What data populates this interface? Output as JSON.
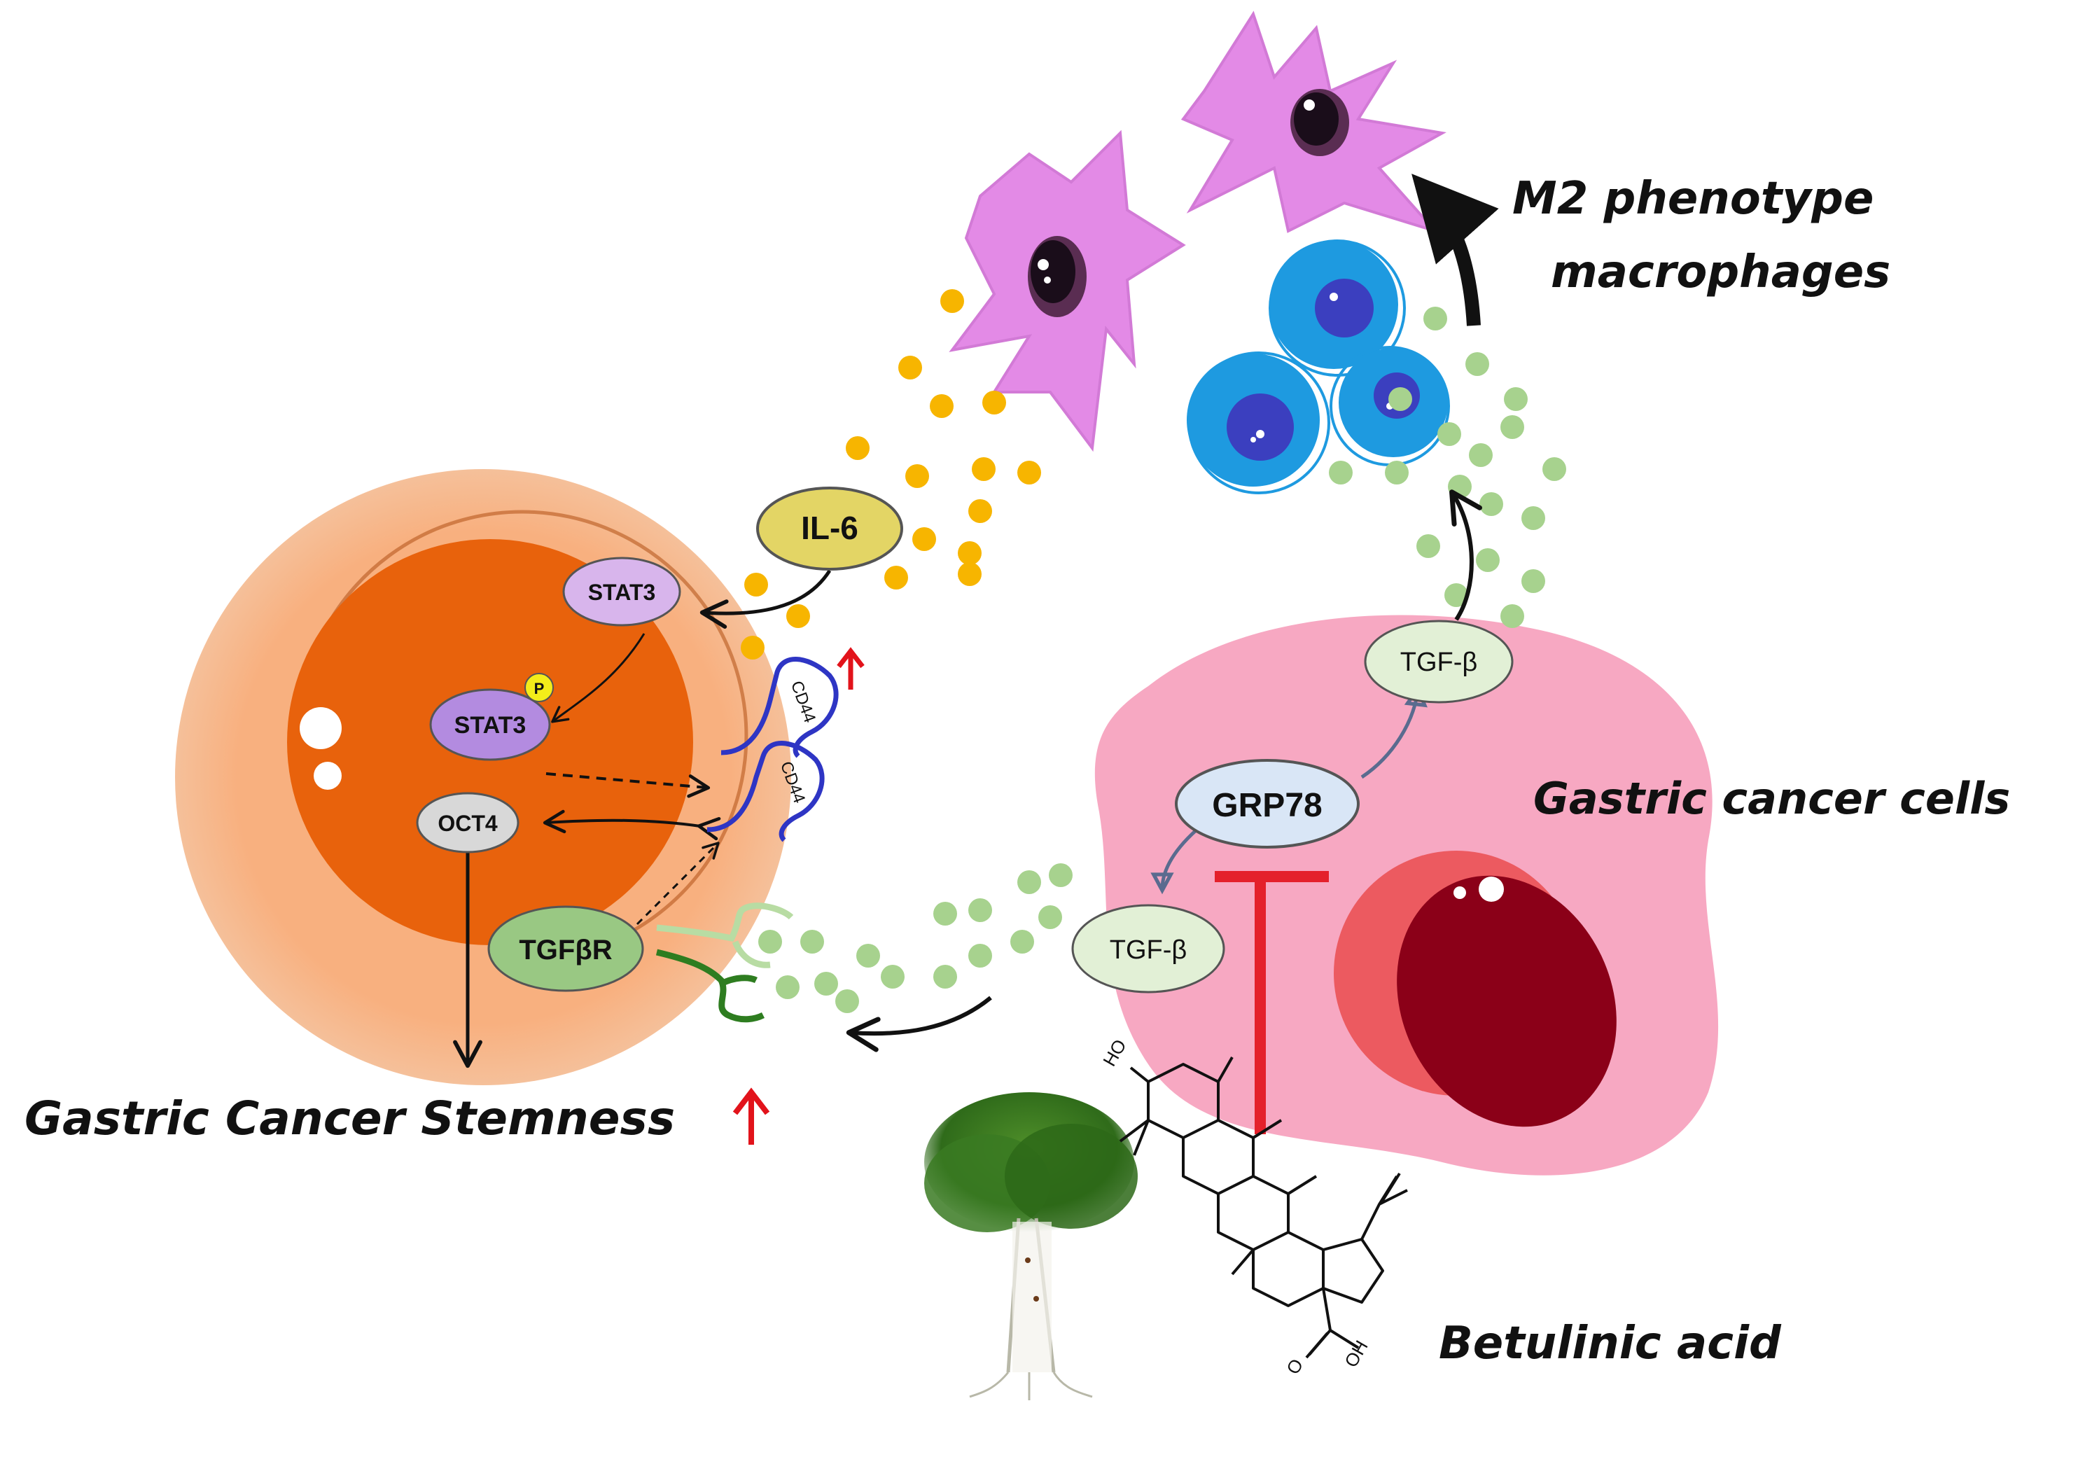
{
  "labels": {
    "m2_line1": "M2 phenotype",
    "m2_line2": "macrophages",
    "gastric_cells": "Gastric cancer cells",
    "stemness": "Gastric Cancer Stemness",
    "betulinic": "Betulinic acid"
  },
  "molecules": {
    "il6": "IL-6",
    "stat3": "STAT3",
    "stat3_p": "STAT3",
    "phospho": "P",
    "oct4": "OCT4",
    "cd44_a": "CD44",
    "cd44_b": "CD44",
    "tgfbr": "TGFβR",
    "tgfb_top": "TGF-β",
    "tgfb_bottom": "TGF-β",
    "grp78": "GRP78"
  },
  "chemistry": {
    "ho": "HO",
    "oh": "OH",
    "o": "O"
  },
  "colors": {
    "stem_cell_outer": "#f8b07f",
    "stem_cell_nucleus": "#e8620c",
    "macrophage": "#e38ae6",
    "monocyte": "#1e9ae0",
    "monocyte_nucleus": "#3b3fbf",
    "gastric_cell": "#f7a8c2",
    "gastric_nucleus": "#8b0018",
    "il6_dots": "#f7b500",
    "tgfb_dots": "#a7d28e",
    "cd44": "#2e35c4",
    "inhibition": "#e4202b",
    "up_arrow": "#e2131b"
  },
  "icons": {
    "tree": "birch-tree-icon",
    "up": "up-arrow-icon"
  }
}
